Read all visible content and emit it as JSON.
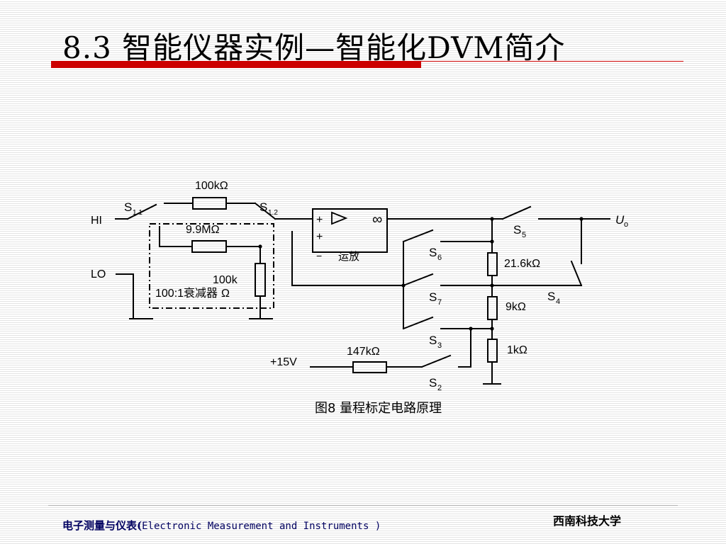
{
  "slide": {
    "title": "8.3  智能仪器实例—智能化DVM简介"
  },
  "figure": {
    "caption": "图8  量程标定电路原理",
    "labels": {
      "hi": "HI",
      "lo": "LO",
      "s1_1_main": "S",
      "s1_1_sub": "1.1",
      "s1_2_main": "S",
      "s1_2_sub": "1.2",
      "r_100k_top": "100kΩ",
      "r_9_9m": "9.9MΩ",
      "r_100k_shunt_line1": "100k",
      "r_100k_shunt_line2": "Ω",
      "attenuator": "100:1衰减器",
      "opamp_plus1": "+",
      "opamp_plus2": "+",
      "opamp_infinity": "∞",
      "opamp_minus": "−",
      "opamp_name": "运放",
      "s5_main": "S",
      "s5_sub": "5",
      "s6_main": "S",
      "s6_sub": "6",
      "s7_main": "S",
      "s7_sub": "7",
      "s3_main": "S",
      "s3_sub": "3",
      "s2_main": "S",
      "s2_sub": "2",
      "s4_main": "S",
      "s4_sub": "4",
      "r_21_6k": "21.6kΩ",
      "r_9k": "9kΩ",
      "r_1k": "1kΩ",
      "r_147k": "147kΩ",
      "supply": "+15V",
      "uo_main": "U",
      "uo_sub": "o"
    }
  },
  "footer": {
    "course_cn": "电子测量与仪表(",
    "course_en": "Electronic Measurement and Instruments )",
    "school": "西南科技大学"
  }
}
